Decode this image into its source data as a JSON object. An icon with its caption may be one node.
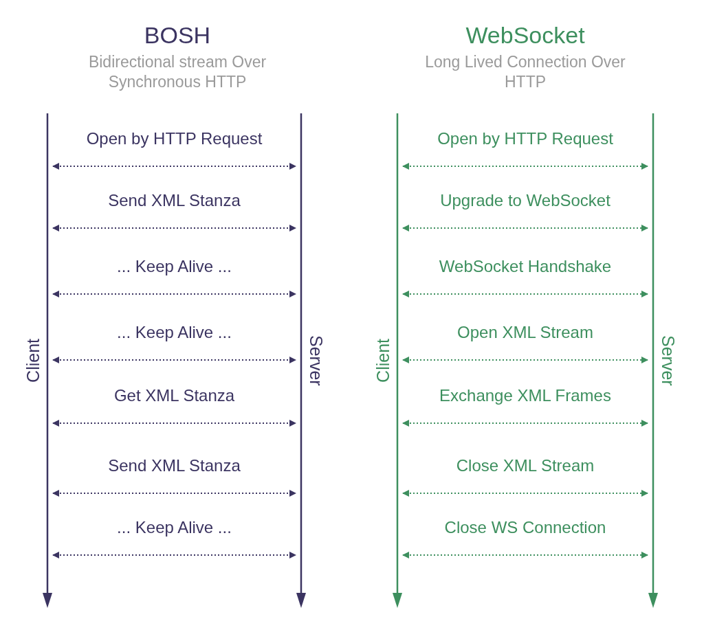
{
  "diagram": {
    "nodes": [
      {
        "text": [
          "Client"
        ]
      },
      {
        "text": [
          "Server"
        ]
      },
      {
        "text": [
          "Client"
        ]
      },
      {
        "text": [
          "Server"
        ]
      }
    ],
    "edges": [
      {
        "from": 0,
        "to": 1,
        "arrow": "both",
        "label": "Open by HTTP Request",
        "style": "dashed"
      },
      {
        "from": 0,
        "to": 1,
        "arrow": "both",
        "label": "Send XML Stanza",
        "style": "dashed"
      },
      {
        "from": 0,
        "to": 1,
        "arrow": "both",
        "label": "... Keep Alive ...",
        "style": "dashed"
      },
      {
        "from": 0,
        "to": 1,
        "arrow": "both",
        "label": "... Keep Alive ...",
        "style": "dashed"
      },
      {
        "from": 0,
        "to": 1,
        "arrow": "both",
        "label": "Get XML Stanza",
        "style": "dashed"
      },
      {
        "from": 0,
        "to": 1,
        "arrow": "both",
        "label": "Send XML Stanza",
        "style": "dashed"
      },
      {
        "from": 0,
        "to": 1,
        "arrow": "both",
        "label": "... Keep Alive ...",
        "style": "dashed"
      },
      {
        "from": 2,
        "to": 3,
        "arrow": "both",
        "label": "Open by HTTP Request",
        "style": "dashed",
        "color": "#3d8f5e"
      },
      {
        "from": 2,
        "to": 3,
        "arrow": "both",
        "label": "Upgrade to WebSocket",
        "style": "dashed",
        "color": "#3d8f5e"
      },
      {
        "from": 2,
        "to": 3,
        "arrow": "both",
        "label": "WebSocket Handshake",
        "style": "dashed",
        "color": "#3d8f5e"
      },
      {
        "from": 2,
        "to": 3,
        "arrow": "both",
        "label": "Open XML Stream",
        "style": "dashed",
        "color": "#3d8f5e"
      },
      {
        "from": 2,
        "to": 3,
        "arrow": "both",
        "label": "Exchange XML Frames",
        "style": "dashed",
        "color": "#3d8f5e"
      },
      {
        "from": 2,
        "to": 3,
        "arrow": "both",
        "label": "Close XML Stream",
        "style": "dashed",
        "color": "#3d8f5e"
      },
      {
        "from": 2,
        "to": 3,
        "arrow": "both",
        "label": "Close WS Connection",
        "style": "dashed",
        "color": "#3d8f5e"
      }
    ],
    "labels": [
      "BOSH",
      "Bidirectional stream Over Synchronous HTTP",
      "WebSocket",
      "Long Lived Connection Over HTTP"
    ]
  }
}
